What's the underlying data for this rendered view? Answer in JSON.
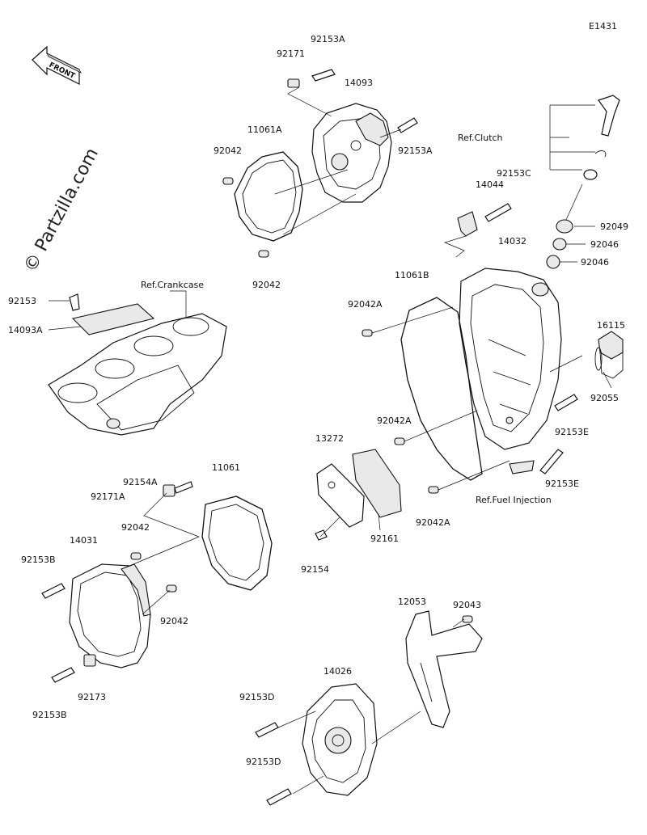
{
  "diagram_code": "E1431",
  "watermark": "© Partzilla.com",
  "front_label": "FRONT",
  "parts": {
    "p92153A_top": "92153A",
    "p92171": "92171",
    "p14093": "14093",
    "p11061A": "11061A",
    "p92042_a": "92042",
    "p92153A_right": "92153A",
    "p92042_b": "92042",
    "ref_clutch": "Ref.Clutch",
    "p92153C": "92153C",
    "p14044": "14044",
    "p92049": "92049",
    "p92046_a": "92046",
    "p14032": "14032",
    "p92046_b": "92046",
    "p11061B": "11061B",
    "ref_crankcase": "Ref.Crankcase",
    "p92153": "92153",
    "p14093A": "14093A",
    "p92042A_a": "92042A",
    "p16115": "16115",
    "p92055": "92055",
    "p92153E_a": "92153E",
    "p13272": "13272",
    "p92042A_b": "92042A",
    "p92153E_b": "92153E",
    "ref_fuel": "Ref.Fuel Injection",
    "p92154A": "92154A",
    "p11061": "11061",
    "p92171A": "92171A",
    "p92042_c": "92042",
    "p14031": "14031",
    "p92161": "92161",
    "p92042A_c": "92042A",
    "p92153B_a": "92153B",
    "p92154": "92154",
    "p92042_d": "92042",
    "p92043": "92043",
    "p12053": "12053",
    "p14026": "14026",
    "p92173": "92173",
    "p92153B_b": "92153B",
    "p92153D_a": "92153D",
    "p92153D_b": "92153D"
  }
}
